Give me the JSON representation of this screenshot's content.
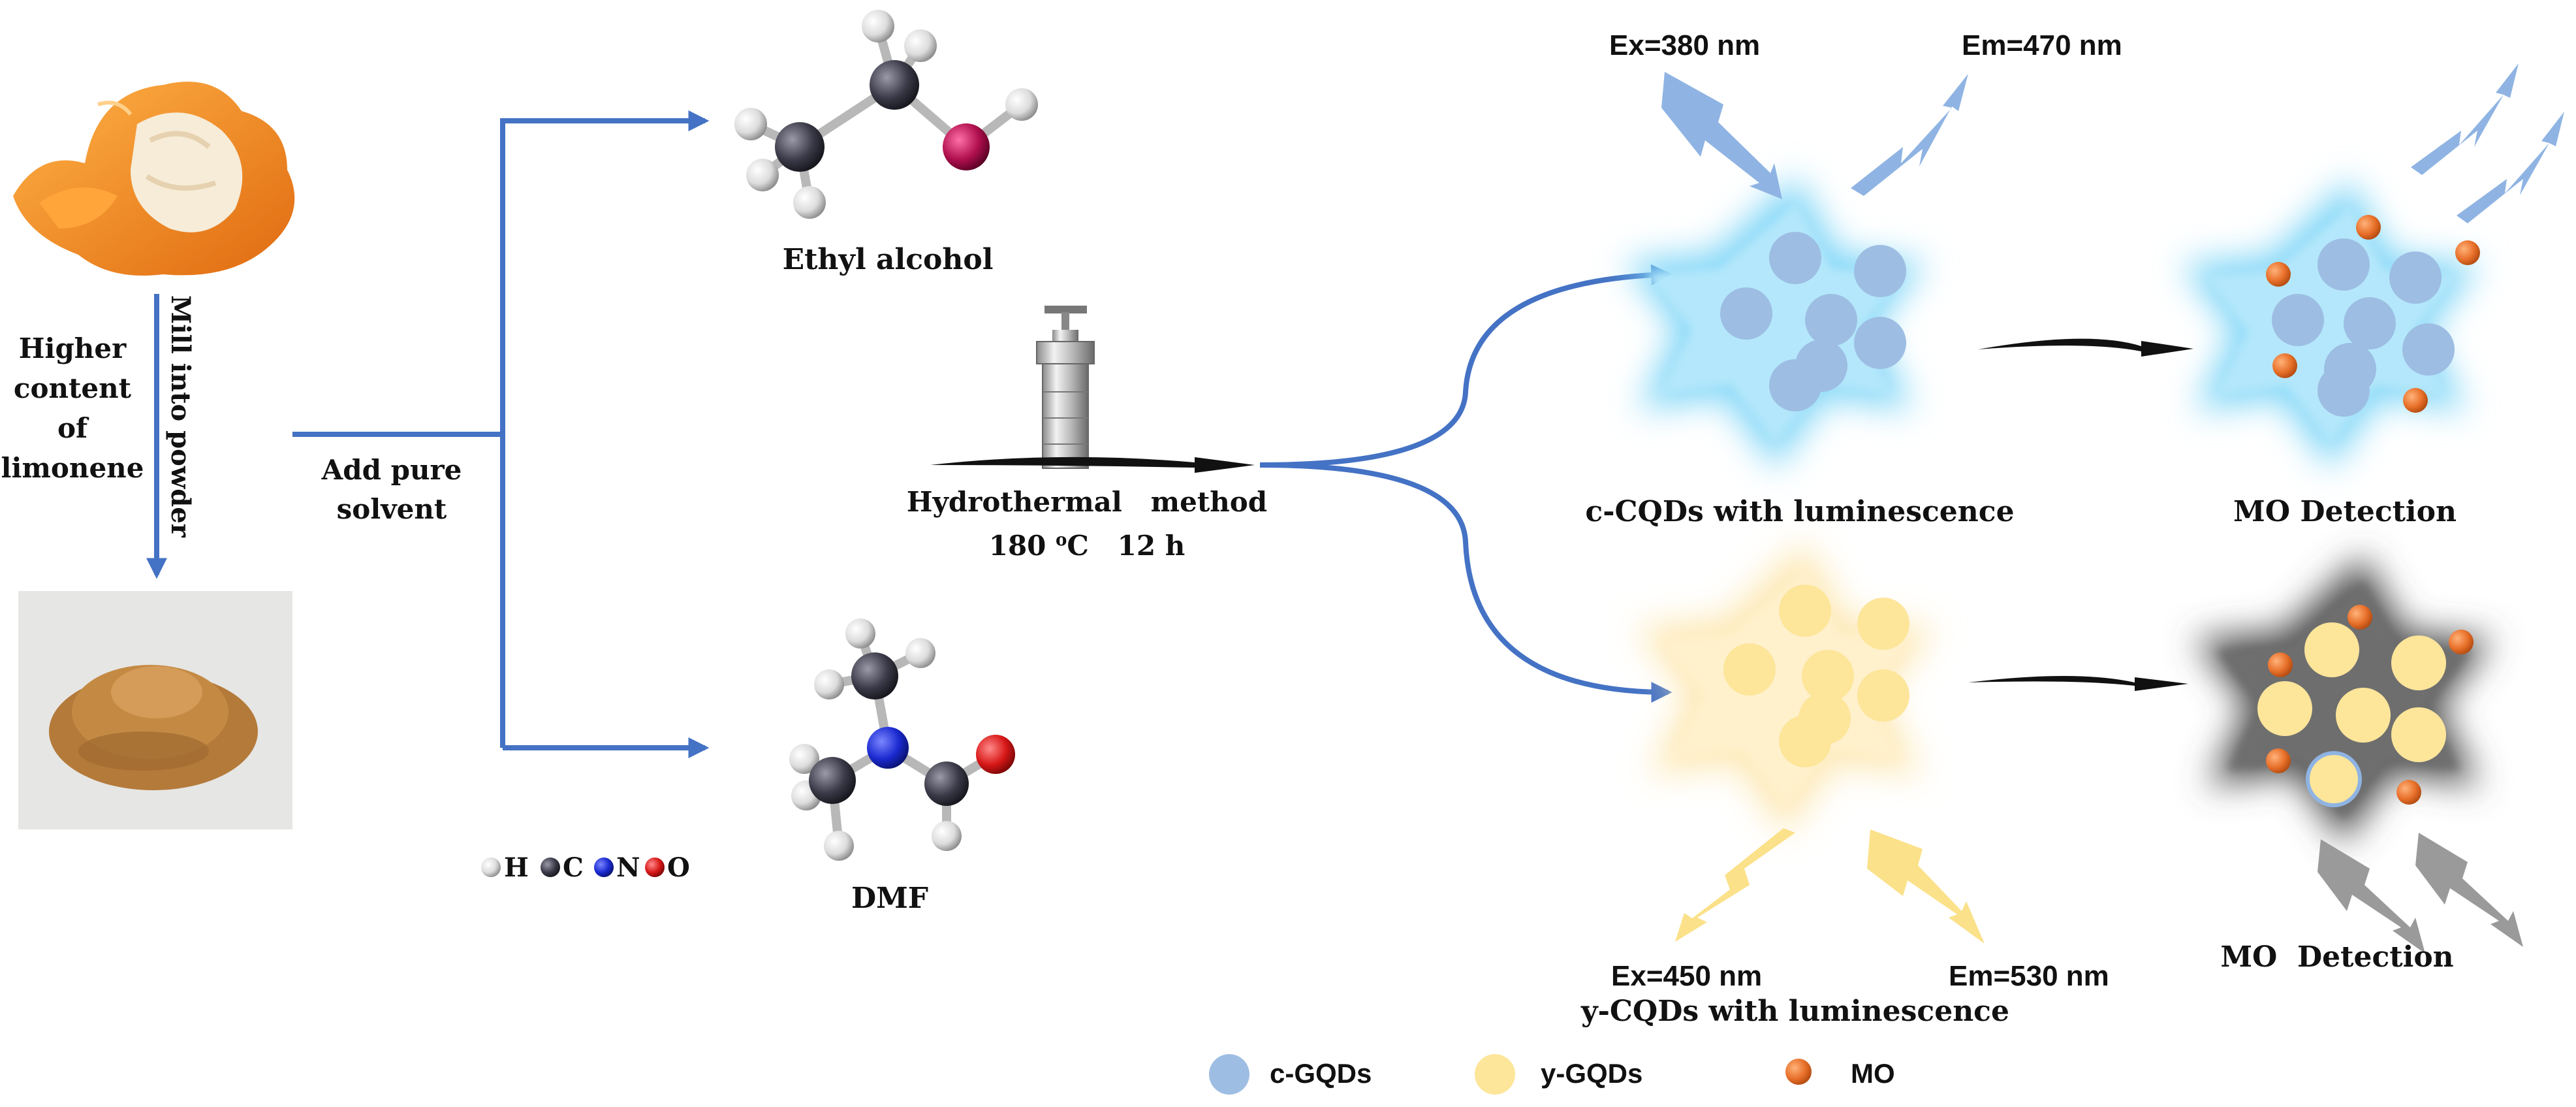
{
  "source": {
    "side_label_lines": [
      "Higher",
      "content",
      "of",
      "limonene"
    ],
    "mill_label": "Mill into powder"
  },
  "solvent": {
    "add_label_lines": [
      "Add pure",
      "solvent"
    ],
    "ethanol_label": "Ethyl alcohol",
    "dmf_label": "DMF"
  },
  "atom_key": [
    {
      "symbol": "H",
      "color": "#e6e6e6"
    },
    {
      "symbol": "C",
      "color": "#555555"
    },
    {
      "symbol": "N",
      "color": "#1a2ad0"
    },
    {
      "symbol": "O",
      "color": "#e01818"
    }
  ],
  "reaction": {
    "method_label": "Hydrothermal   method",
    "condition_temp": "180 ",
    "condition_deg": "o",
    "condition_rest": "C   12 h"
  },
  "c_branch": {
    "ex_label": "Ex=380 nm",
    "em_label": "Em=470 nm",
    "product_label": "c-CQDs with luminescence",
    "detect_label": "MO Detection"
  },
  "y_branch": {
    "ex_label": "Ex=450 nm",
    "em_label": "Em=530 nm",
    "product_label": "y-CQDs with luminescence",
    "detect_label": "MO  Detection"
  },
  "legend": [
    {
      "label": "c-GQDs",
      "color": "#9dbde3"
    },
    {
      "label": "y-GQDs",
      "color": "#fde59a"
    },
    {
      "label": "MO",
      "color": "#e8702a"
    }
  ],
  "colors": {
    "flow_arrow": "#4472c4",
    "c_glow": "#7fd6f7",
    "y_glow": "#fde8b3",
    "quench_glow": "#555555",
    "blue_bolt": "#8fb4e3",
    "yellow_bolt": "#fbe189",
    "gray_bolt": "#9a9a9a"
  }
}
